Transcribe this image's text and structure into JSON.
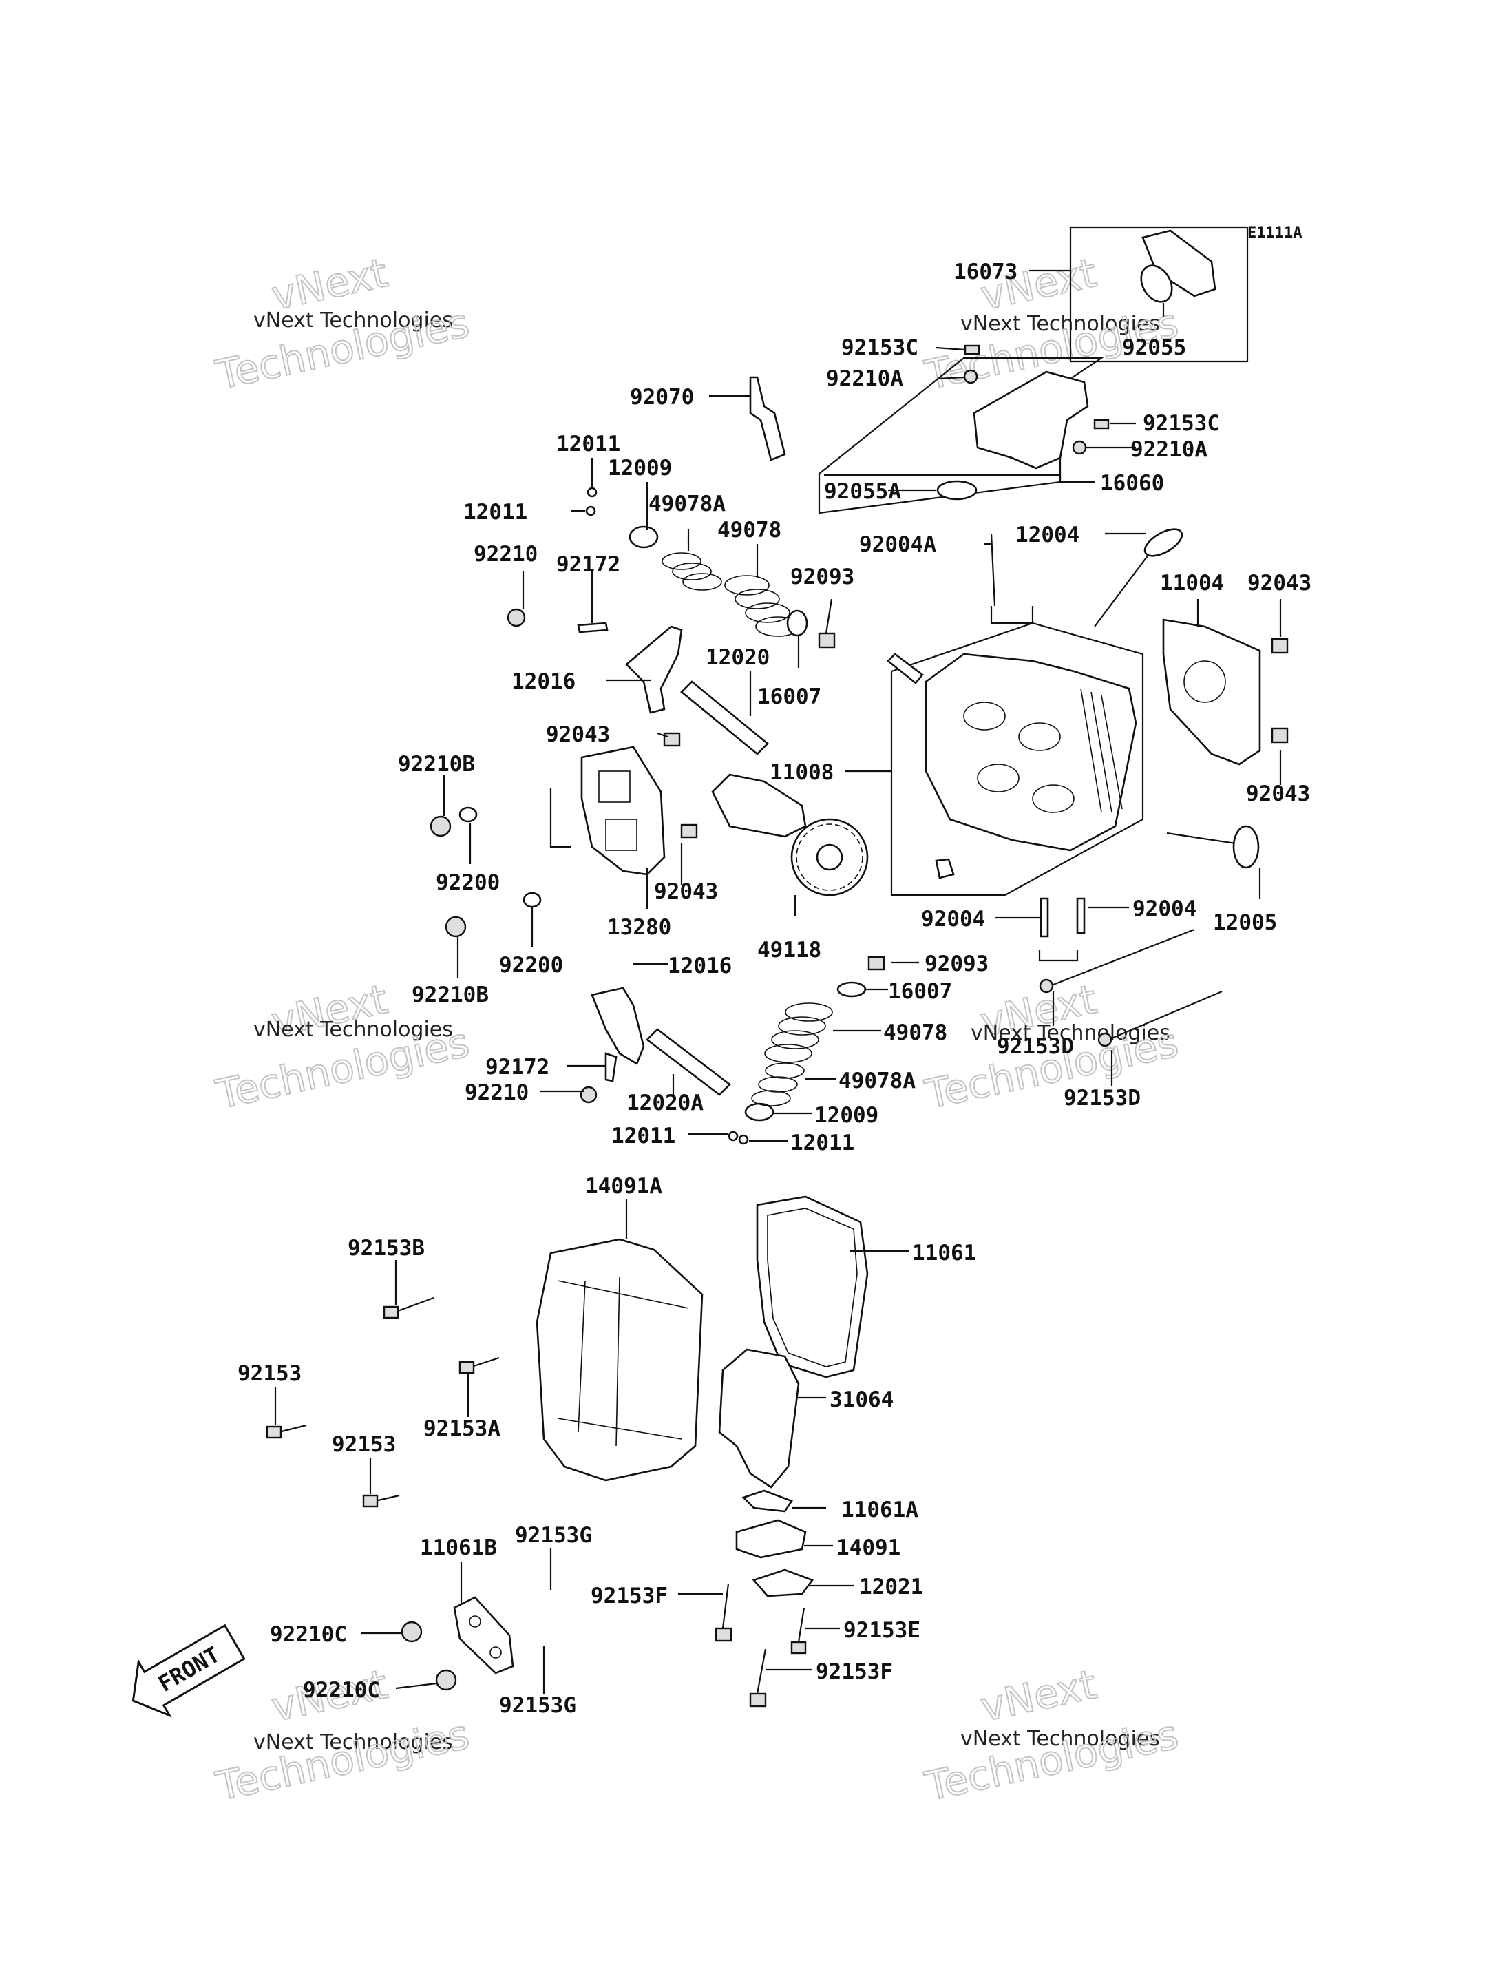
{
  "diagram_code": "E1111A",
  "front_marker": "FRONT",
  "watermark": {
    "small": "vNext Technologies",
    "big_line1": "vNext",
    "big_line2": "Technologies"
  },
  "labels": [
    "16073",
    "92055",
    "92153C",
    "92210A",
    "92070",
    "92153C",
    "92210A",
    "92055A",
    "16060",
    "12011",
    "12009",
    "12011",
    "49078A",
    "49078",
    "92004A",
    "12004",
    "92210",
    "92172",
    "92093",
    "11004",
    "92043",
    "12016",
    "12020",
    "16007",
    "92043",
    "11008",
    "92043",
    "92210B",
    "92200",
    "92043",
    "13280",
    "49118",
    "92200",
    "92004",
    "92004",
    "12005",
    "12016",
    "92093",
    "92210B",
    "16007",
    "49078",
    "92153D",
    "92172",
    "49078A",
    "92153D",
    "92210",
    "12020A",
    "12009",
    "12011",
    "12011",
    "14091A",
    "11061",
    "92153B",
    "92153",
    "92153A",
    "31064",
    "92153",
    "11061A",
    "11061B",
    "92153G",
    "14091",
    "92153F",
    "12021",
    "92210C",
    "92153E",
    "92210C",
    "92153F",
    "92153G"
  ]
}
